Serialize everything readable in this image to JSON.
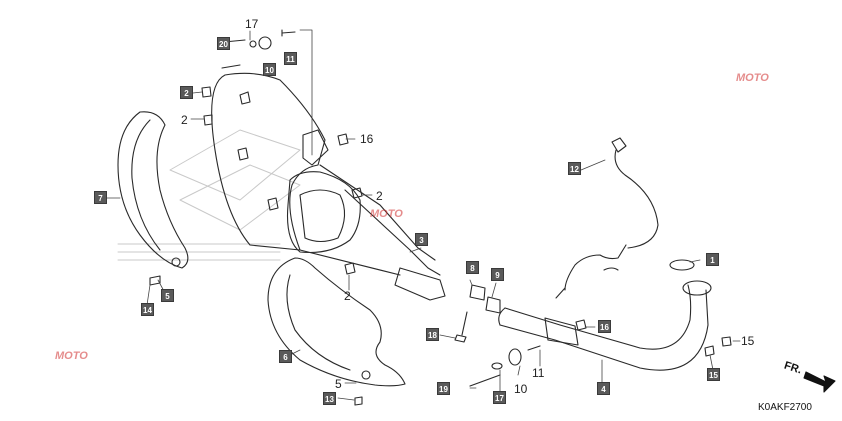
{
  "diagram": {
    "drawing_code": "K0AKF2700",
    "direction_label": "FR.",
    "watermark_text": "MOTO",
    "callouts_boxed": [
      "20",
      "10",
      "11",
      "2",
      "7",
      "3",
      "8",
      "9",
      "12",
      "1",
      "18",
      "16",
      "6",
      "14",
      "5",
      "19",
      "17",
      "4",
      "15",
      "13"
    ],
    "callouts_plain": [
      "17",
      "2",
      "16",
      "2",
      "2",
      "15",
      "10",
      "11",
      "5"
    ],
    "colors": {
      "line": "#2a2a2a",
      "callout_box": "#5a5a5a",
      "background": "#ffffff",
      "watermark_red": "#d0302f",
      "watermark_blue": "#3a5fb0"
    }
  }
}
